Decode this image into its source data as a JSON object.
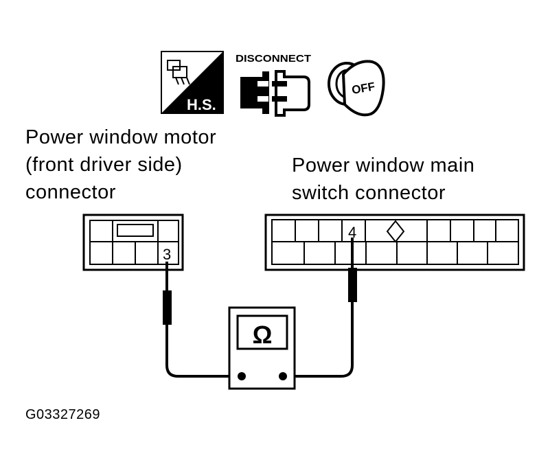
{
  "icons": {
    "hs_label": "H.S.",
    "disconnect_label": "DISCONNECT",
    "ignition_label": "OFF"
  },
  "motor_connector": {
    "title_lines": [
      "Power window motor",
      "(front driver side)",
      "connector"
    ],
    "terminal": "3"
  },
  "switch_connector": {
    "title_lines": [
      "Power window main",
      "switch connector"
    ],
    "terminal": "4"
  },
  "meter": {
    "symbol": "Ω"
  },
  "figure_code": "G03327269",
  "colors": {
    "ink": "#000000",
    "paper": "#ffffff"
  }
}
